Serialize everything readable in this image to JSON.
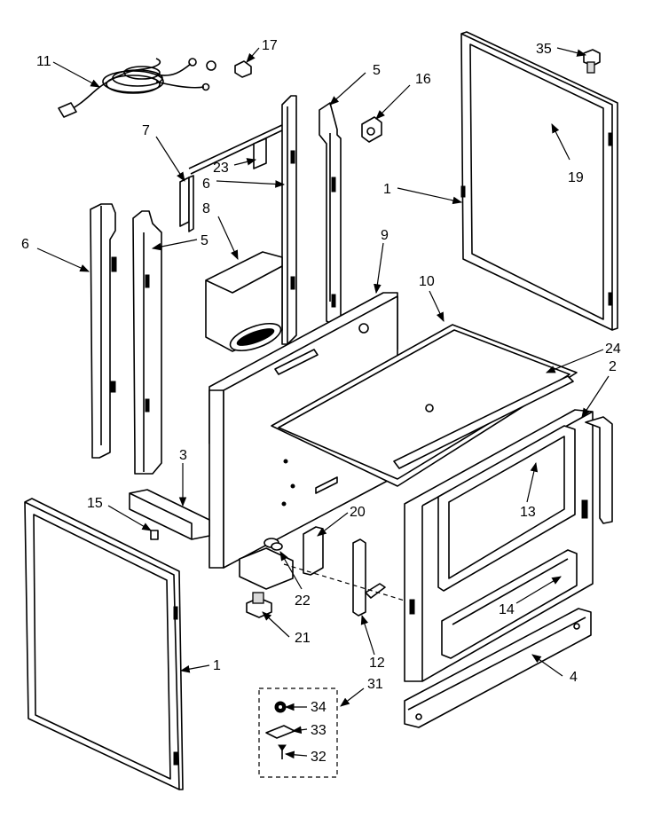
{
  "diagram": {
    "part_labels": [
      "1",
      "2",
      "3",
      "4",
      "5",
      "6",
      "7",
      "8",
      "9",
      "10",
      "11",
      "12",
      "13",
      "14",
      "15",
      "16",
      "17",
      "19",
      "20",
      "21",
      "22",
      "23",
      "24",
      "31",
      "32",
      "33",
      "34",
      "35"
    ]
  }
}
